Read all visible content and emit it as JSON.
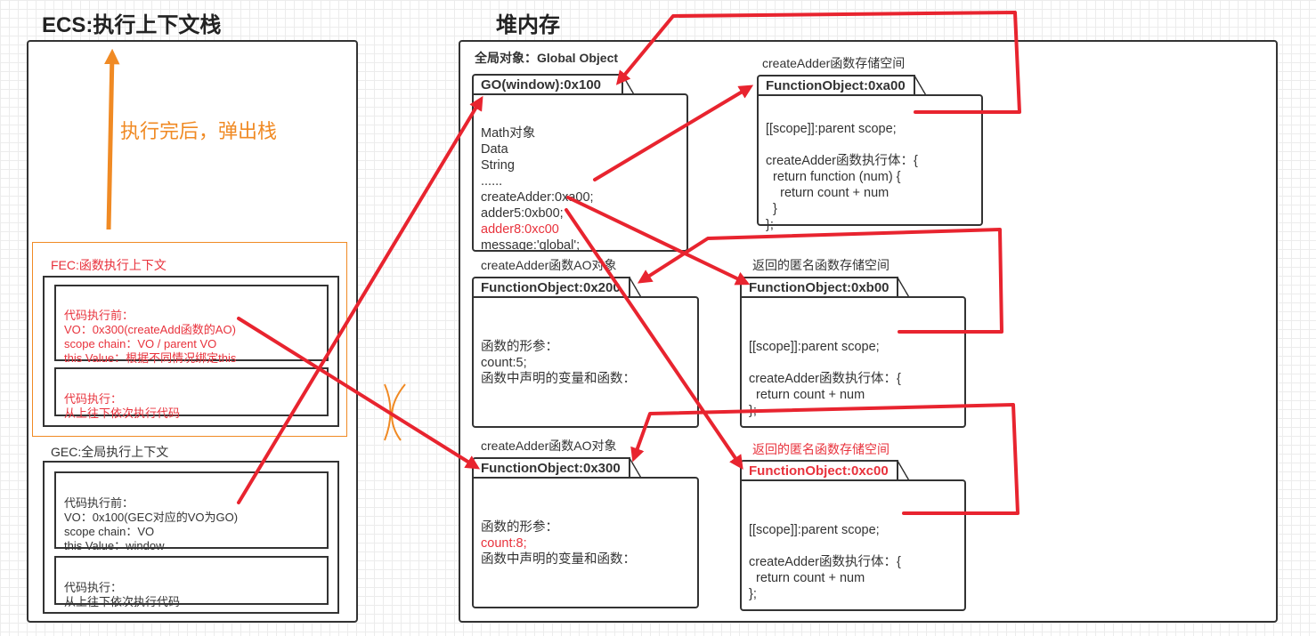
{
  "ecs": {
    "title": "ECS:执行上下文栈",
    "pop_note": "执行完后，弹出栈",
    "fec": {
      "label": "FEC:函数执行上下文",
      "before": [
        "代码执行前：",
        "VO：0x300(createAdd函数的AO)",
        "scope chain：VO / parent VO",
        "this Value：根据不同情况绑定this"
      ],
      "exec": [
        "代码执行：",
        "从上往下依次执行代码"
      ]
    },
    "gec": {
      "label": "GEC:全局执行上下文",
      "before": [
        "代码执行前：",
        "VO：0x100(GEC对应的VO为GO)",
        "scope chain：VO",
        "this Value：window"
      ],
      "exec": [
        "代码执行：",
        "从上往下依次执行代码"
      ]
    }
  },
  "heap": {
    "title": "堆内存",
    "global_label": "全局对象：Global Object",
    "go": {
      "tab": "GO(window):0x100",
      "lines": [
        "Math对象",
        "Data",
        "String",
        "......",
        "createAdder:0xa00;",
        "adder5:0xb00;"
      ],
      "red_line": "adder8:0xc00",
      "last_line": "message:'global';"
    },
    "fa00": {
      "caption": "createAdder函数存储空间",
      "tab": "FunctionObject:0xa00",
      "lines": [
        "[[scope]]:parent scope;",
        "",
        "createAdder函数执行体：{",
        "  return function (num) {",
        "    return count + num",
        "  }",
        "};"
      ]
    },
    "f200": {
      "caption": "createAdder函数AO对象",
      "tab": "FunctionObject:0x200",
      "lines": [
        "函数的形参：",
        "count:5;",
        "函数中声明的变量和函数："
      ]
    },
    "fb00": {
      "caption": "返回的匿名函数存储空间",
      "tab": "FunctionObject:0xb00",
      "lines": [
        "[[scope]]:parent scope;",
        "",
        "createAdder函数执行体：{",
        "  return count + num",
        "};"
      ]
    },
    "f300": {
      "caption": "createAdder函数AO对象",
      "tab": "FunctionObject:0x300",
      "line1": "函数的形参：",
      "line2": "count:8;",
      "line3": "函数中声明的变量和函数："
    },
    "fc00": {
      "caption": "返回的匿名函数存储空间",
      "tab": "FunctionObject:0xc00",
      "lines": [
        "[[scope]]:parent scope;",
        "",
        "createAdder函数执行体：{",
        "  return count + num",
        "};"
      ]
    }
  },
  "colors": {
    "arrow_red": "#e8242f",
    "accent_orange": "#f08a24",
    "stroke": "#333333"
  }
}
